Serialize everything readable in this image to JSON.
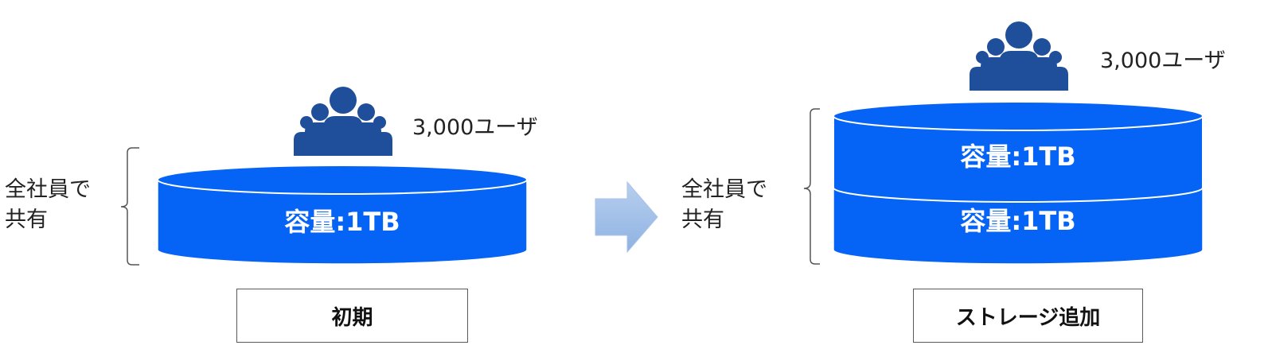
{
  "colors": {
    "cylinder": "#0563f6",
    "cylinder_edge": "#ffffff",
    "user_icon": "#1f4e9a",
    "arrow_fill_top": "#b7cfee",
    "arrow_fill_bottom": "#8fb2e2",
    "brace": "#555555"
  },
  "icons": [
    "users-group-icon",
    "right-arrow-icon"
  ],
  "left": {
    "scope_line1": "全社員で",
    "scope_line2": "共有",
    "users": "3,000ユーザ",
    "disks": [
      {
        "label": "容量:1TB"
      }
    ],
    "stage_label": "初期"
  },
  "right": {
    "scope_line1": "全社員で",
    "scope_line2": "共有",
    "users": "3,000ユーザ",
    "disks": [
      {
        "label": "容量:1TB"
      },
      {
        "label": "容量:1TB"
      }
    ],
    "stage_label": "ストレージ追加"
  }
}
